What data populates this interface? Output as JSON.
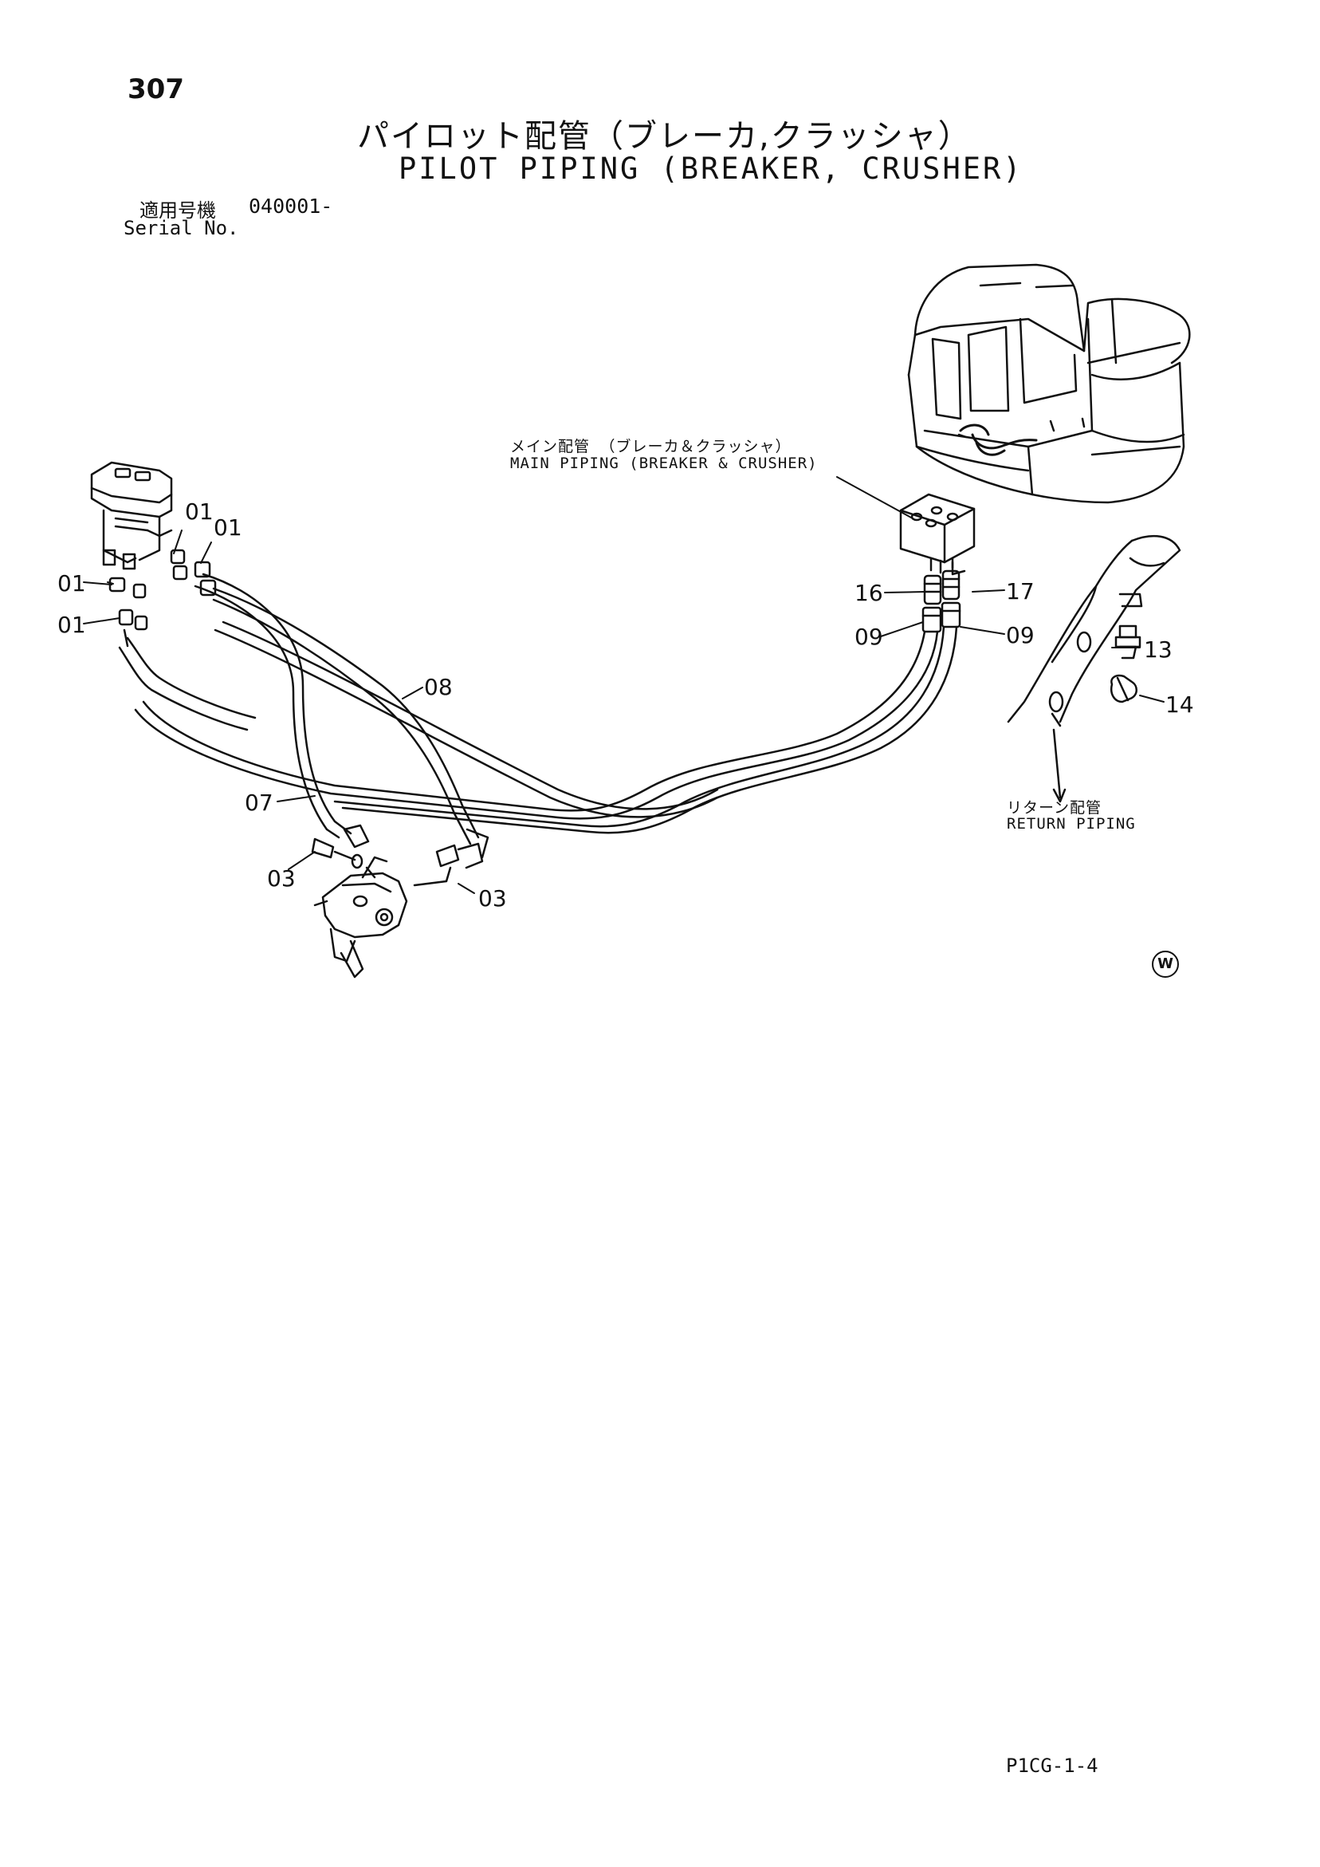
{
  "page": {
    "number": "307",
    "title_jp": "パイロット配管（ブレーカ,クラッシャ）",
    "title_en": "PILOT PIPING (BREAKER, CRUSHER)",
    "serial_label_jp": "適用号機",
    "serial_value": "040001-",
    "serial_label_en": "Serial No.",
    "footer_code": "P1CG-1-4",
    "region_mark": "W"
  },
  "notes": {
    "main_piping_jp": "メイン配管 （ブレーカ＆クラッシャ）",
    "main_piping_en": "MAIN PIPING (BREAKER & CRUSHER)",
    "return_piping_jp": "リターン配管",
    "return_piping_en": "RETURN PIPING"
  },
  "callouts": {
    "p01a": "01",
    "p01b": "01",
    "p01c": "01",
    "p01d": "01",
    "p03a": "03",
    "p03b": "03",
    "p07": "07",
    "p08": "08",
    "p09a": "09",
    "p09b": "09",
    "p13": "13",
    "p14": "14",
    "p16": "16",
    "p17": "17"
  },
  "colors": {
    "ink": "#111111",
    "paper": "#ffffff"
  }
}
